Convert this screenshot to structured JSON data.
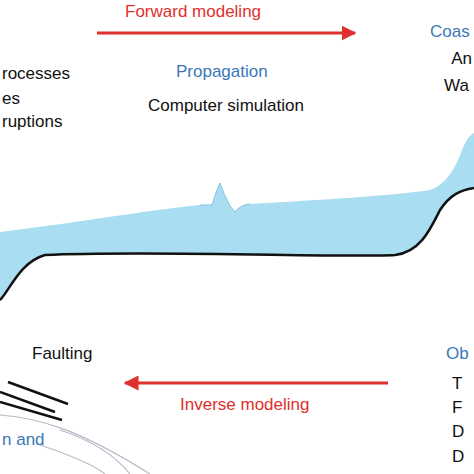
{
  "diagram": {
    "labels": [
      "Forward modeling",
      "rocesses",
      "es",
      "ruptions",
      "Propagation",
      "Computer simulation",
      "Coas",
      "An",
      "Wa",
      "Faulting",
      "Inverse modeling",
      "n and",
      "Ob",
      "T",
      "F",
      "D",
      "D"
    ]
  }
}
